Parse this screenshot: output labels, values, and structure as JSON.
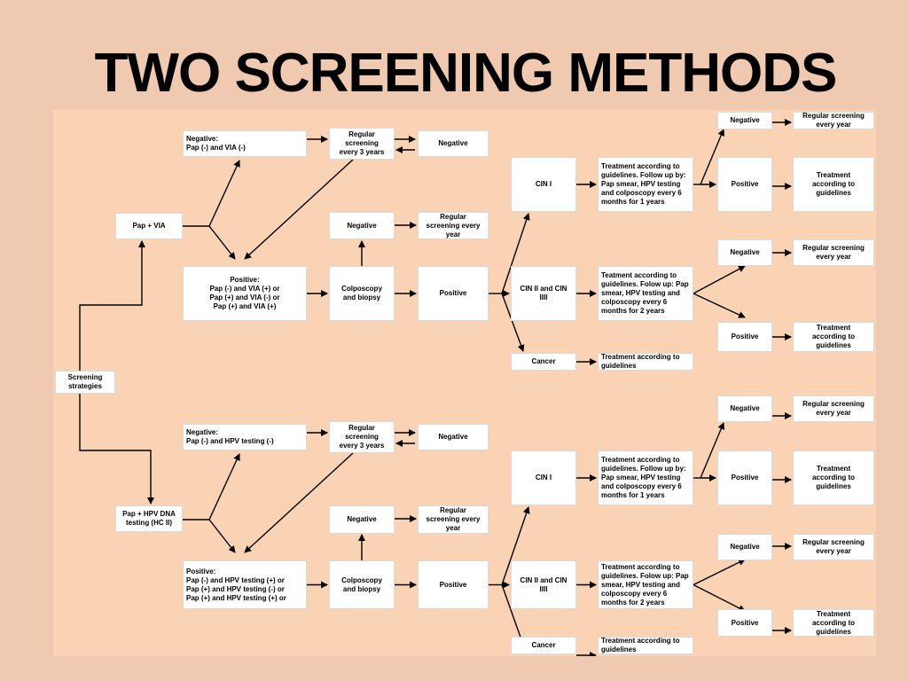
{
  "title": "TWO SCREENING METHODS",
  "colors": {
    "background": "#efc9b0",
    "panel": "#f9d3b4",
    "box": "#ffffff",
    "line": "#000000"
  },
  "nodes": {
    "screening_strategies": "Screening\nstrategies",
    "pap_via": "Pap + VIA",
    "pap_hpv": "Pap + HPV DNA\ntesting (HC II)",
    "via": {
      "neg_result": "Negative:\nPap (-) and VIA (-)",
      "regular3": "Regular\nscreening\nevery 3 years",
      "negative": "Negative",
      "pos_result": "Positive:\nPap (-) and VIA (+) or\nPap (+) and VIA (-) or\nPap (+) and VIA (+)",
      "colposcopy": "Colposcopy\nand biopsy",
      "col_negative": "Negative",
      "col_regular": "Regular\nscreening every\nyear",
      "col_positive": "Positive",
      "cin1": "CIN I",
      "cin1_treat": "Treatment according to guidelines. Follow up by: Pap smear, HPV testing and colposcopy every 6 months for 1 years",
      "cin1_neg": "Negative",
      "cin1_neg_regular": "Regular screening\nevery year",
      "cin1_pos": "Positive",
      "cin1_pos_treat": "Treatment\naccording to\nguidelines",
      "cin23": "CIN II and CIN\nIIII",
      "cin23_treat": "Teatment according to guidelines. Folow up: Pap smear, HPV testing and colposcopy every 6 months for 2 years",
      "cin23_neg": "Negative",
      "cin23_neg_regular": "Regular screening\nevery year",
      "cin23_pos": "Positive",
      "cin23_pos_treat": "Treatment\naccording to\nguidelines",
      "cancer": "Cancer",
      "cancer_treat": "Treatment according to guidelines"
    },
    "hpv": {
      "neg_result": "Negative:\nPap (-) and HPV testing (-)",
      "regular3": "Regular\nscreening\nevery 3 years",
      "negative": "Negative",
      "pos_result": "Positive:\nPap (-) and HPV testing (+) or\nPap (+) and HPV testing (-) or\nPap (+) and HPV testing (+) or",
      "colposcopy": "Colposcopy\nand biopsy",
      "col_negative": "Negative",
      "col_regular": "Regular\nscreening every\nyear",
      "col_positive": "Positive",
      "cin1": "CIN I",
      "cin1_treat": "Treatment according to guidelines. Follow up by: Pap smear, HPV testing and colposcopy every 6 months for 1 years",
      "cin1_neg": "Negative",
      "cin1_neg_regular": "Regular screening\nevery year",
      "cin1_pos": "Positive",
      "cin1_pos_treat": "Treatment\naccording to\nguidelines",
      "cin23": "CIN II and CIN\nIIII",
      "cin23_treat": "Treatment according to guidelines. Folow up: Pap smear, HPV testing and colposcopy every 6 months for 2 years",
      "cin23_neg": "Negative",
      "cin23_neg_regular": "Regular screening\nevery year",
      "cin23_pos": "Positive",
      "cin23_pos_treat": "Treatment\naccording to\nguidelines",
      "cancer": "Cancer",
      "cancer_treat": "Treatment according to guidelines"
    }
  }
}
